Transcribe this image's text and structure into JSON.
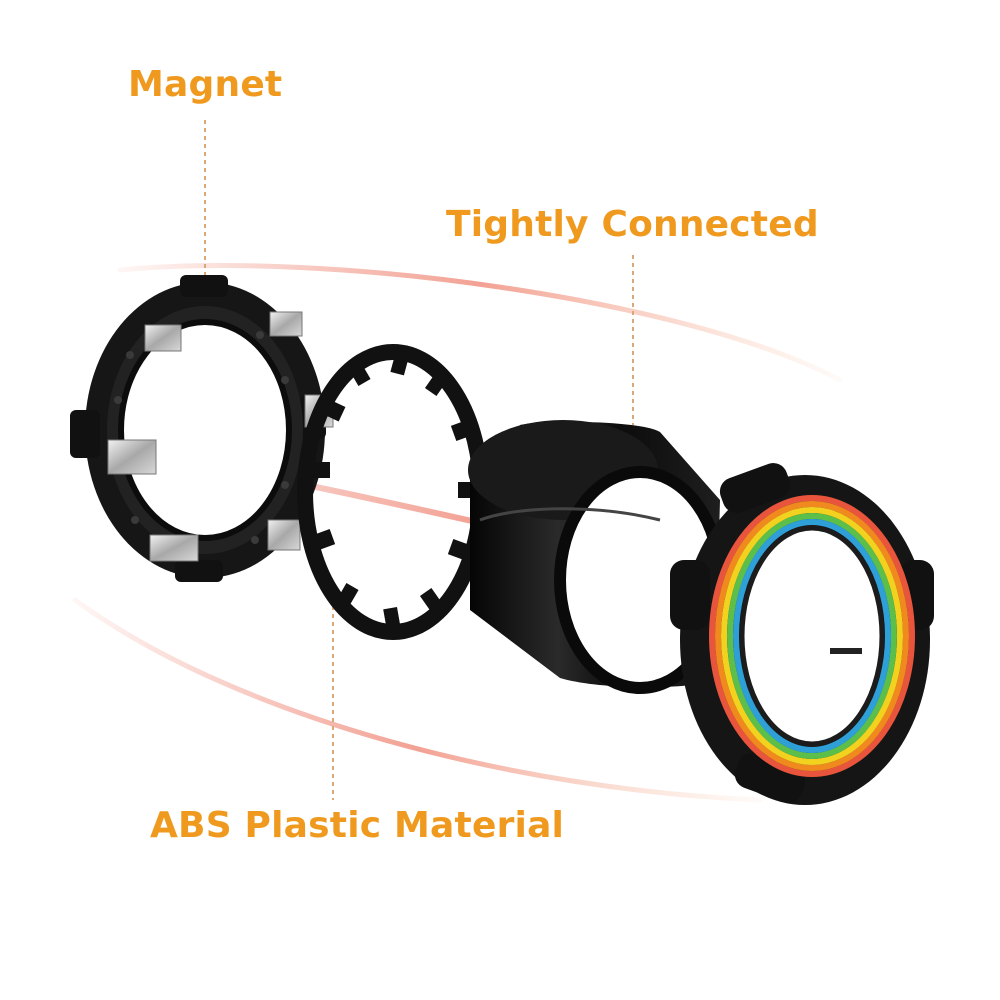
{
  "callouts": {
    "magnet": "Magnet",
    "tightly_connected": "Tightly Connected",
    "abs_plastic": "ABS Plastic Material"
  },
  "colors": {
    "callout_text": "#ef9a1e",
    "leader_line": "#d9a77a",
    "motion_streak": "#e8553c",
    "part_body": "#111111"
  },
  "parts": [
    "magnet-ring",
    "toothed-washer",
    "sleeve",
    "rainbow-nut"
  ]
}
